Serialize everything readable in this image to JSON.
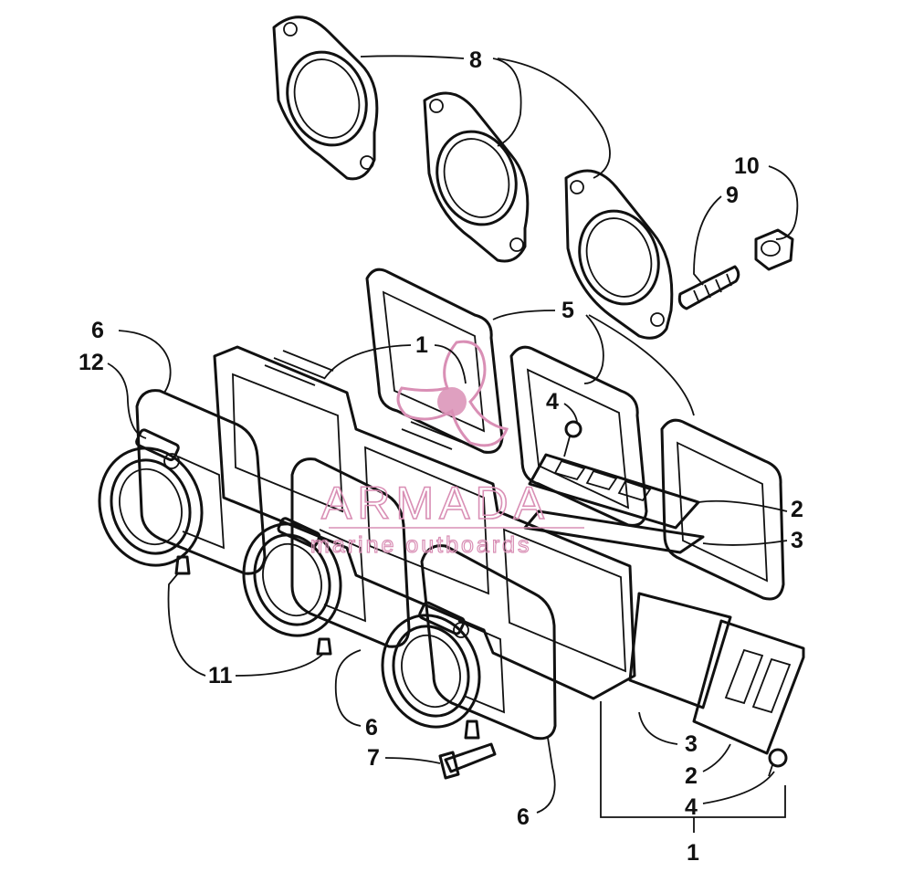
{
  "diagram": {
    "callouts": [
      {
        "id": "c8",
        "text": "8"
      },
      {
        "id": "c10",
        "text": "10"
      },
      {
        "id": "c9",
        "text": "9"
      },
      {
        "id": "c5",
        "text": "5"
      },
      {
        "id": "c6a",
        "text": "6"
      },
      {
        "id": "c12",
        "text": "12"
      },
      {
        "id": "c1a",
        "text": "1"
      },
      {
        "id": "c4a",
        "text": "4"
      },
      {
        "id": "c2a",
        "text": "2"
      },
      {
        "id": "c3a",
        "text": "3"
      },
      {
        "id": "c11",
        "text": "11"
      },
      {
        "id": "c6b",
        "text": "6"
      },
      {
        "id": "c7",
        "text": "7"
      },
      {
        "id": "c3b",
        "text": "3"
      },
      {
        "id": "c2b",
        "text": "2"
      },
      {
        "id": "c4b",
        "text": "4"
      },
      {
        "id": "c6c",
        "text": "6"
      },
      {
        "id": "c1b",
        "text": "1"
      }
    ]
  },
  "watermark": {
    "brand": "ARMADA",
    "tagline": "marine outboards",
    "color": "#d98fb5"
  }
}
